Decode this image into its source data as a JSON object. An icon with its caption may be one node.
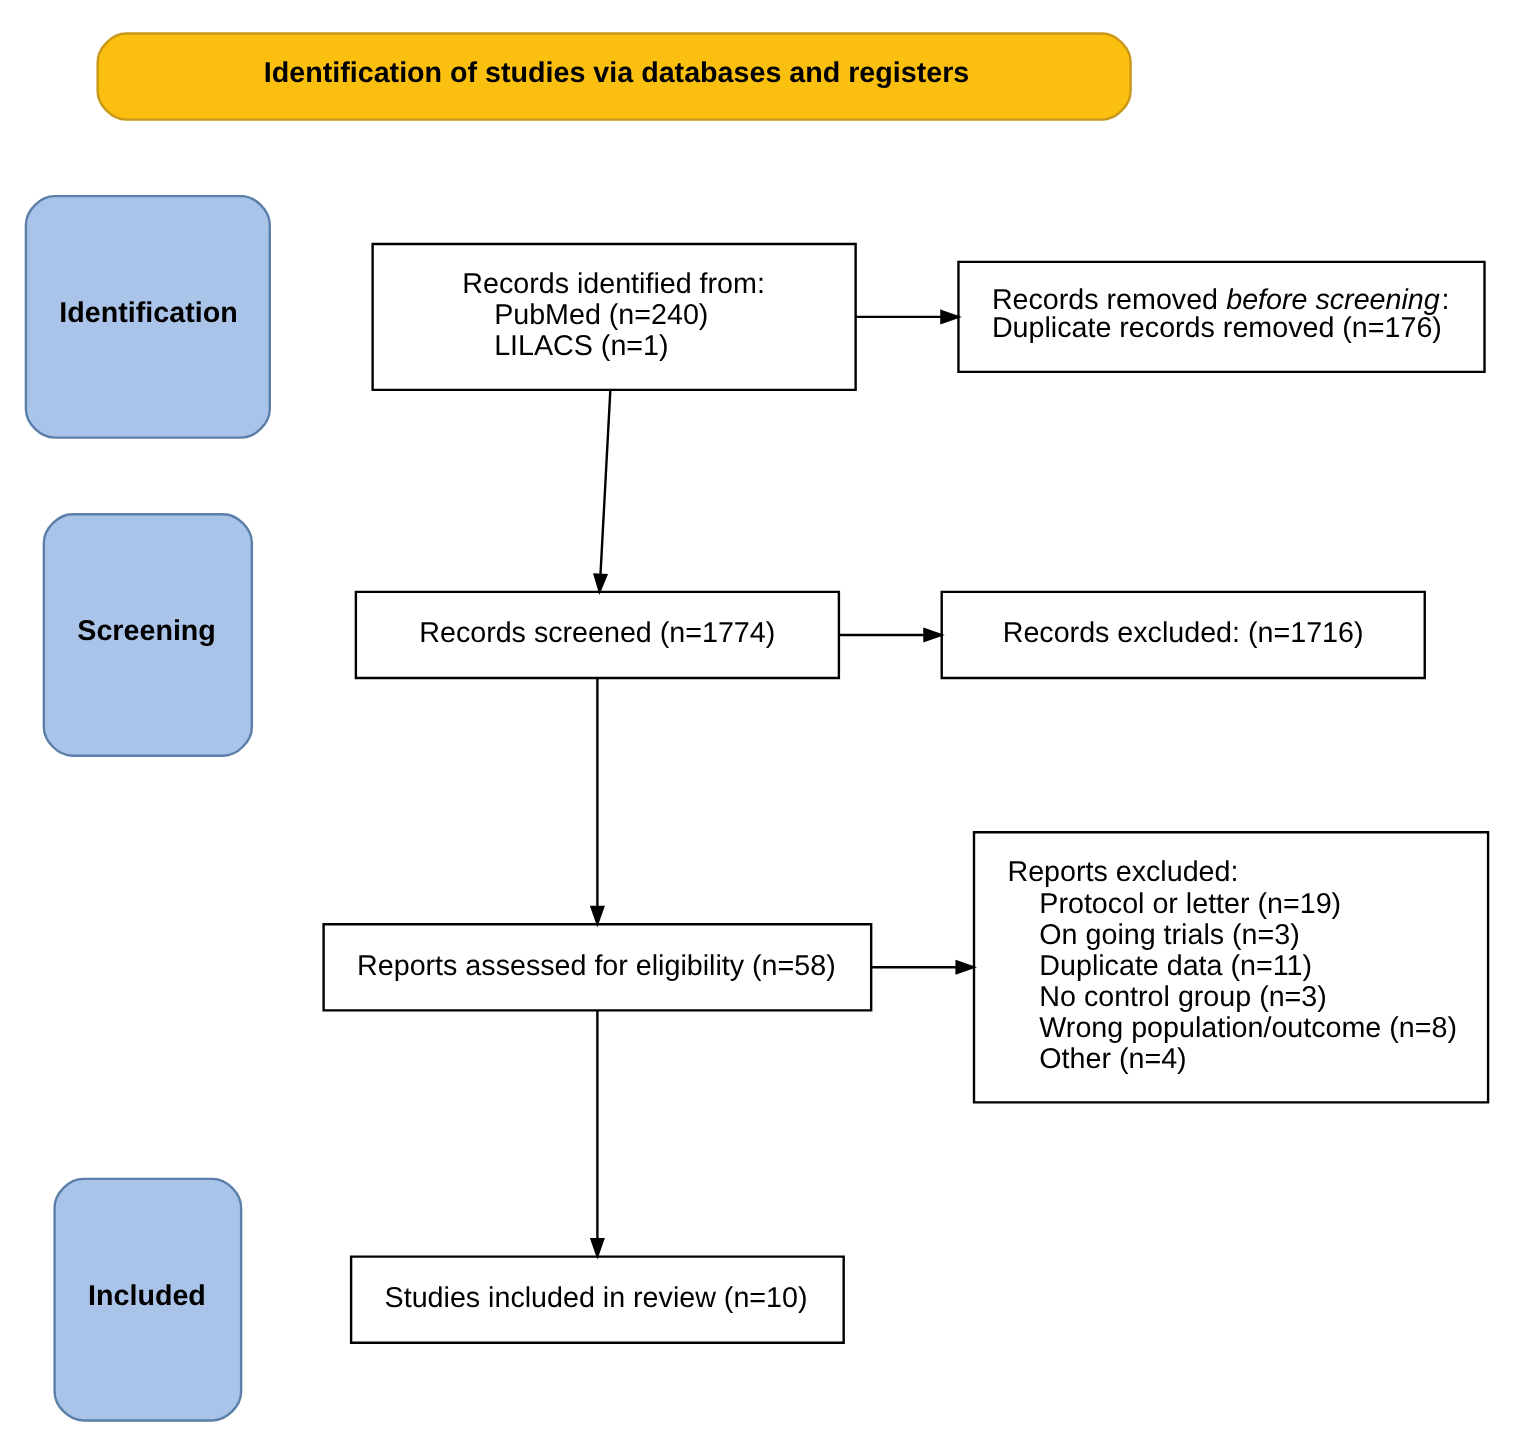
{
  "diagram": {
    "nodes": [
      {
        "text": [
          "Identification of studies via databases and registers"
        ]
      },
      {
        "text": [
          "Identification"
        ]
      },
      {
        "text": [
          "Records identified from:",
          "PubMed (n=240)",
          "LILACS (n=1)"
        ]
      },
      {
        "text": [
          "Records removed *before screening*:",
          "Duplicate records removed (n=176)"
        ]
      },
      {
        "text": [
          "Screening"
        ]
      },
      {
        "text": [
          "Records screened (n=1774)"
        ]
      },
      {
        "text": [
          "Records excluded: (n=1716)"
        ]
      },
      {
        "text": [
          "Reports assessed for eligibility (n=58)"
        ]
      },
      {
        "text": [
          "Reports excluded:",
          "Protocol or letter (n=19)",
          "On going trials (n=3)",
          "Duplicate data (n=11)",
          "No control group (n=3)",
          "Wrong population/outcome (n=8)",
          "Other (n=4)"
        ]
      },
      {
        "text": [
          "Included"
        ]
      },
      {
        "text": [
          "Studies included in review (n=10)"
        ]
      }
    ],
    "edges": [
      {
        "from": 2,
        "to": 3,
        "arrow": "to"
      },
      {
        "from": 2,
        "to": 5,
        "arrow": "to"
      },
      {
        "from": 5,
        "to": 6,
        "arrow": "to"
      },
      {
        "from": 5,
        "to": 7,
        "arrow": "to"
      },
      {
        "from": 7,
        "to": 8,
        "arrow": "to"
      },
      {
        "from": 7,
        "to": 10,
        "arrow": "to"
      }
    ]
  }
}
